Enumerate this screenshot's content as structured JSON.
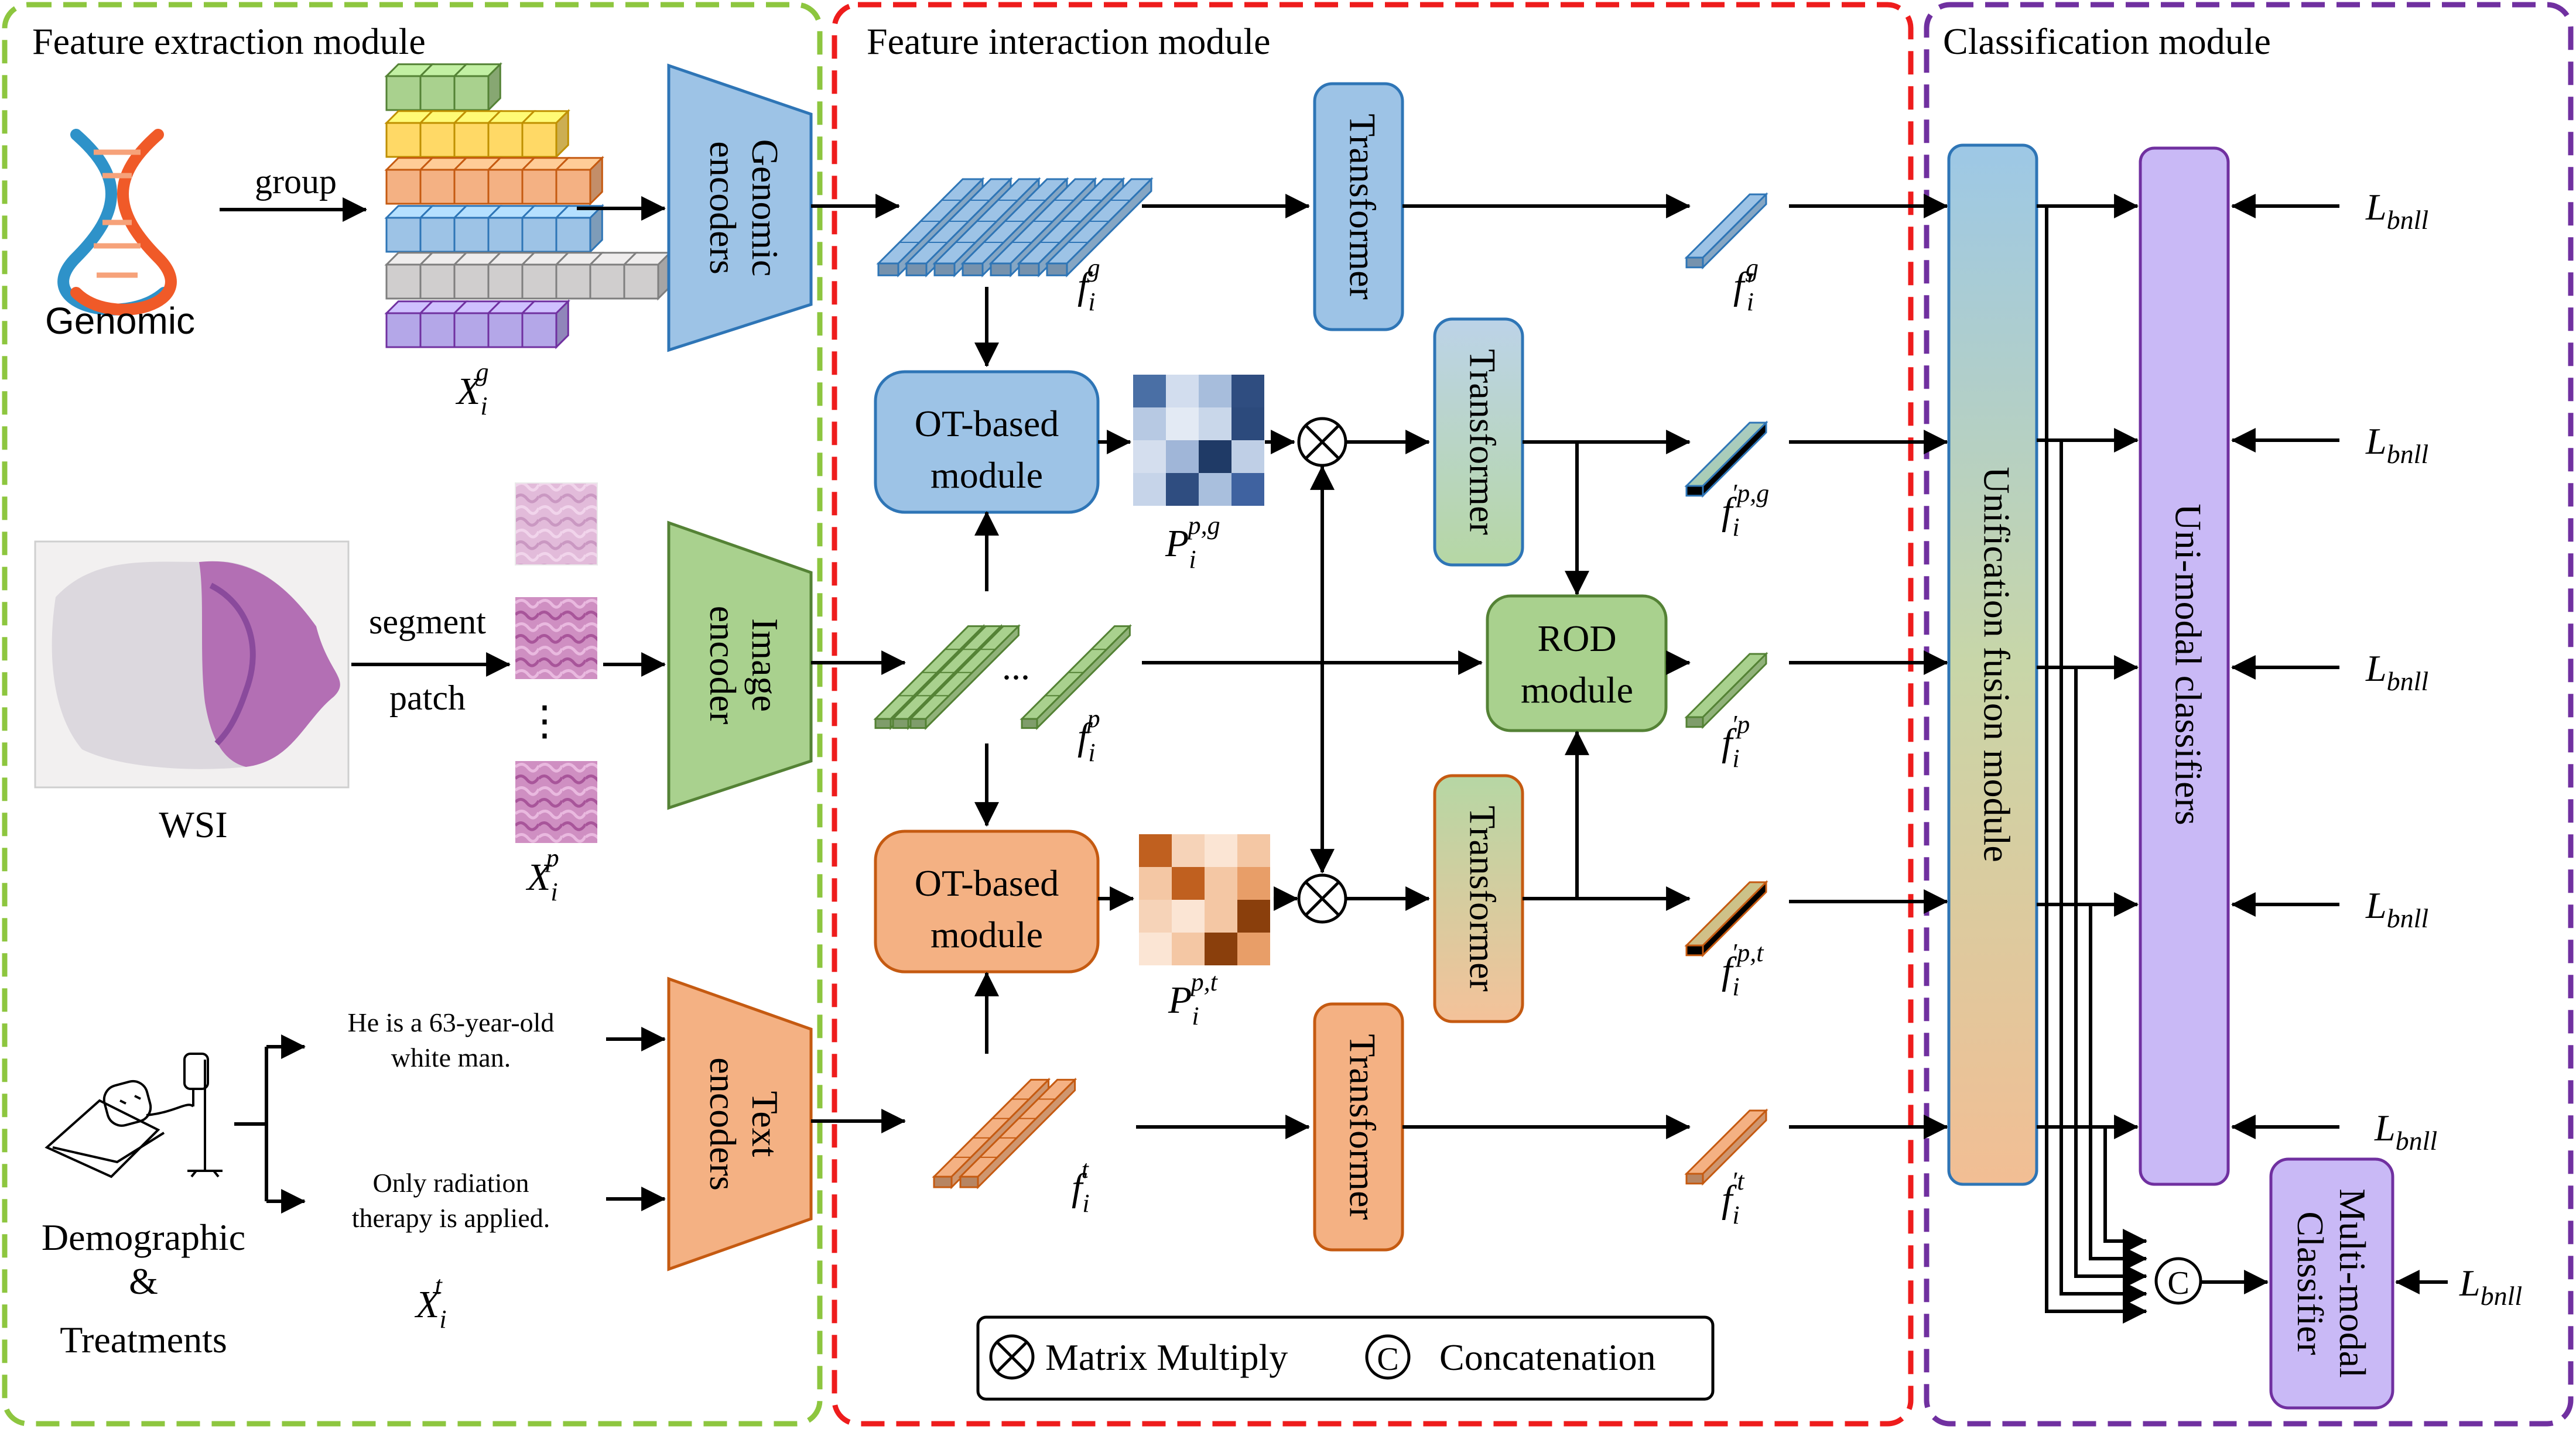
{
  "panels": {
    "feature_extraction": "Feature extraction module",
    "feature_interaction": "Feature interaction module",
    "classification": "Classification module"
  },
  "inputs": {
    "genomic": "Genomic",
    "group": "group",
    "wsi": "WSI",
    "segment": "segment",
    "patch": "patch",
    "dots": "⋮",
    "demographic": "Demographic",
    "amp": "&",
    "treatments": "Treatments",
    "text_line1a": "He is a 63-year-old",
    "text_line1b": "white man.",
    "text_line2a": "Only radiation",
    "text_line2b": "therapy is applied."
  },
  "encoders": {
    "genomic_a": "Genomic",
    "genomic_b": "encoders",
    "image_a": "Image",
    "image_b": "encoder",
    "text_a": "Text",
    "text_b": "encoders"
  },
  "modules": {
    "ot_a": "OT-based",
    "ot_b": "module",
    "transformer": "Transformer",
    "rod_a": "ROD",
    "rod_b": "module",
    "unification": "Unification fusion module",
    "unimodal": "Uni-modal classifiers",
    "multimodal_a": "Multi-modal",
    "multimodal_b": "Classifier",
    "dots_h": "..."
  },
  "math": {
    "X": "X",
    "i": "i",
    "g": "g",
    "p": "p",
    "t": "t",
    "f": "f",
    "fprime": "f′",
    "P": "P",
    "pg": "p,g",
    "pt": "p,t",
    "pg_prime": "′p,g",
    "pt_prime": "′p,t",
    "gprime": "′g",
    "pprime": "′p",
    "tprime": "′t",
    "L": "L",
    "bnll": "bnll"
  },
  "legend": {
    "otimes": "⊗",
    "matrix_multiply": "Matrix Multiply",
    "concat_symbol": "C",
    "concatenation": "Concatenation"
  },
  "colors": {
    "panel_green": "#8dc63f",
    "panel_red": "#ee1c1c",
    "panel_purple": "#7030a0",
    "blue": "#8ab4dc",
    "green": "#a9d18e",
    "orange": "#f4b183",
    "unimodal": "#c9b9f6"
  }
}
